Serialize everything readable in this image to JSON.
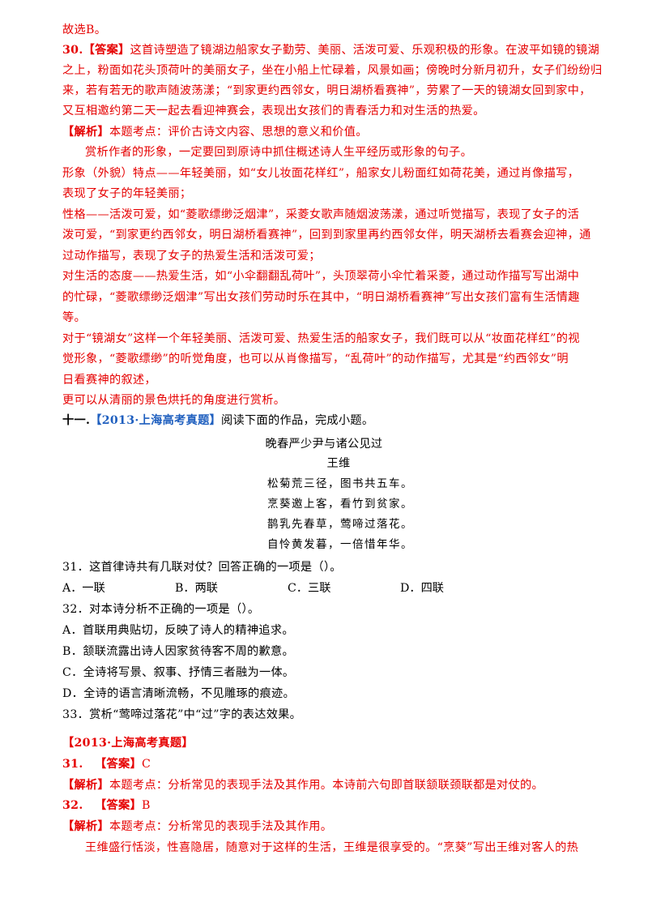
{
  "lines": {
    "l1": "故选B。",
    "q30_num": "30.",
    "q30_tag": "【答案】",
    "q30_l1": "这首诗塑造了镜湖边船家女子勤劳、美丽、活泼可爱、乐观积极的形象。在波平如镜的镜湖",
    "q30_l2": "之上，粉面如花头顶荷叶的美丽女子，坐在小船上忙碌着，风景如画；傍晚时分新月初升，女子们纷纷归",
    "q30_l3": "来，若有若无的歌声随波荡漾；“到家更约西邻女，明日湖桥看赛神”，劳累了一天的镜湖女回到家中，",
    "q30_l4": "又互相邀约第二天一起去看迎神赛会，表现出女孩们的青春活力和对生活的热爱。",
    "jx_tag": "【解析】",
    "jx_l1": "本题考点：评价古诗文内容、思想的意义和价值。",
    "jx_l2": "赏析作者的形象，一定要回到原诗中抓住概述诗人生平经历或形象的句子。",
    "jx_l3": "形象（外貌）特点——年轻美丽，如“女儿妆面花样红”，船家女儿粉面红如荷花美，通过肖像描写，",
    "jx_l4": "表现了女子的年轻美丽；",
    "jx_l5": "性格——活泼可爱，如“菱歌缥缈泛烟津”，采菱女歌声随烟波荡漾，通过听觉描写，表现了女子的活",
    "jx_l6": "泼可爱，“到家更约西邻女，明日湖桥看赛神”，回到到家里再约西邻女伴，明天湖桥去看赛会迎神，通",
    "jx_l7": "过动作描写，表现了女子的热爱生活和活泼可爱；",
    "jx_l8": "对生活的态度——热爱生活，如“小伞翻翻乱荷叶”，头顶翠荷小伞忙着采菱，通过动作描写写出湖中",
    "jx_l9": "的忙碌，“菱歌缥缈泛烟津”写出女孩们劳动时乐在其中，“明日湖桥看赛神”写出女孩们富有生活情趣",
    "jx_l10": "等。",
    "jx_l11": "对于“镜湖女”这样一个年轻美丽、活泼可爱、热爱生活的船家女子，我们既可以从“妆面花样红”的视",
    "jx_l12": "觉形象，“菱歌缥缈”的听觉角度，也可以从肖像描写，“乱荷叶”的动作描写，尤其是“约西邻女”明",
    "jx_l13": "日看赛神的叙述，",
    "jx_l14": "更可以从清丽的景色烘托的角度进行赏析。",
    "s11_num": "十一.",
    "s11_tag": "【2013·上海高考真题】",
    "s11_text": "阅读下面的作品，完成小题。",
    "poem_title": "晚春严少尹与诸公见过",
    "poem_author": "王维",
    "poem_1": "松菊荒三径，图书共五车。",
    "poem_2": "烹葵邀上客，看竹到贫家。",
    "poem_3": "鹊乳先春草，莺啼过落花。",
    "poem_4": "自怜黄发暮，一倍惜年华。",
    "q31": "31．这首律诗共有几联对仗？回答正确的一项是（）。",
    "q31_a": "A．一联",
    "q31_b": "B．两联",
    "q31_c": "C．三联",
    "q31_d": "D．四联",
    "q32": "32．对本诗分析不正确的一项是（）。",
    "q32_a": "A．首联用典贴切，反映了诗人的精神追求。",
    "q32_b": "B．颔联流露出诗人因家贫待客不周的歉意。",
    "q32_c": "C．全诗将写景、叙事、抒情三者融为一体。",
    "q32_d": "D．全诗的语言清晰流畅，不见雕琢的痕迹。",
    "q33": "33．赏析“莺啼过落花”中“过”字的表达效果。",
    "ans_header": "【2013·上海高考真题】",
    "a31_num": "31.",
    "a31_tag": "【答案】",
    "a31_val": "C",
    "a31_jx_tag": "【解析】",
    "a31_jx": "本题考点：分析常见的表现手法及其作用。本诗前六句即首联颔联颈联都是对仗的。",
    "a32_num": "32.",
    "a32_tag": "【答案】",
    "a32_val": "B",
    "a32_jx_tag": "【解析】",
    "a32_jx": "本题考点：分析常见的表现手法及其作用。",
    "a32_l2": "王维盛行恬淡，性喜隐居，随意对于这样的生活，王维是很享受的。“烹葵”写出王维对客人的热"
  }
}
